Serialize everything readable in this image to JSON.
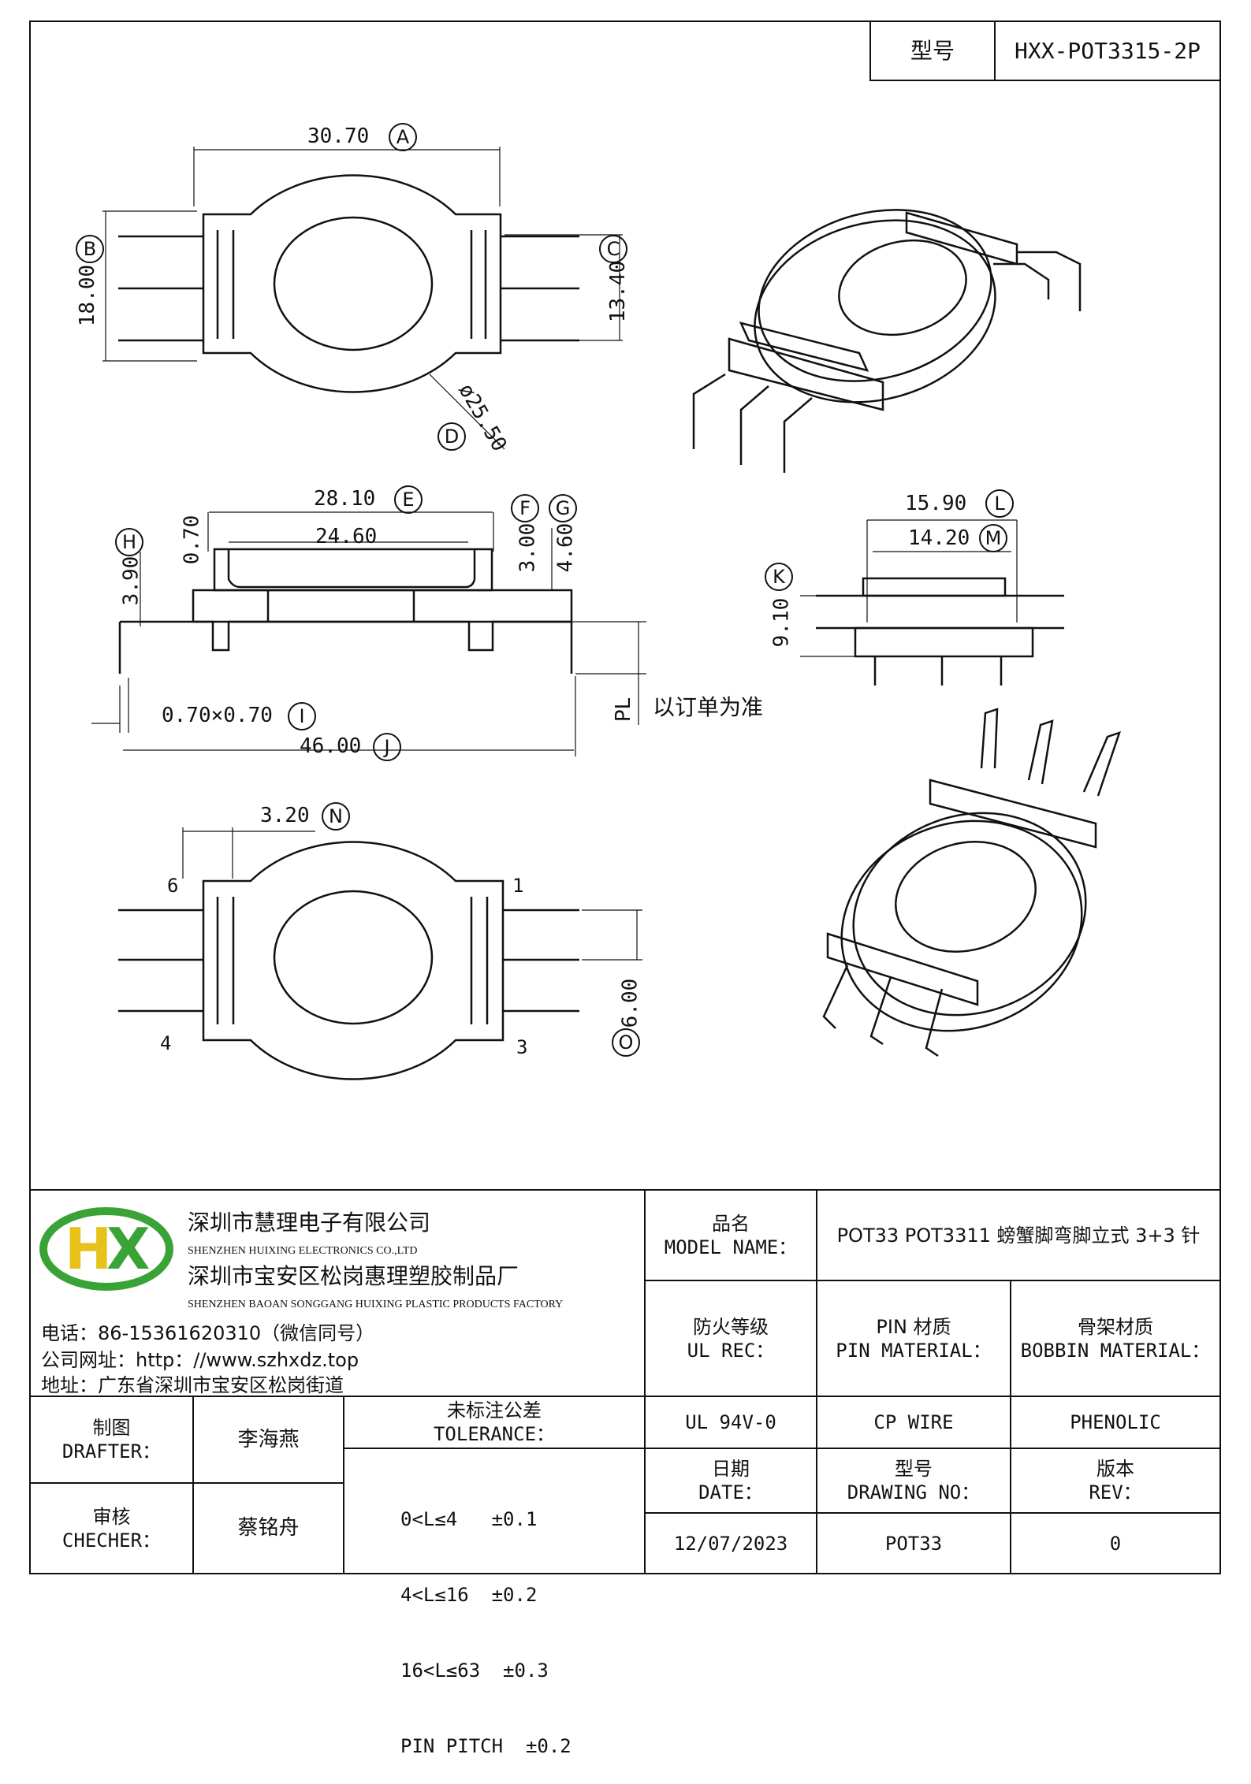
{
  "header": {
    "model_label": "型号",
    "model_value": "HXX-POT3315-2P"
  },
  "watermark": "深圳市慧理电子有限公司",
  "dims": {
    "A": "30.70",
    "A_tag": "A",
    "B": "18.00",
    "B_tag": "B",
    "C": "13.40",
    "C_tag": "C",
    "D": "ø25.50",
    "D_tag": "D",
    "E": "28.10",
    "E_tag": "E",
    "inner_24": "24.60",
    "F": "3.00",
    "F_tag": "F",
    "G": "4.60",
    "G_tag": "G",
    "H": "3.90",
    "H_tag": "H",
    "top_070": "0.70",
    "I": "0.70×0.70",
    "I_tag": "I",
    "J": "46.00",
    "J_tag": "J",
    "PL": "PL",
    "pl_note": "以订单为准",
    "K": "9.10",
    "K_tag": "K",
    "L": "15.90",
    "L_tag": "L",
    "M": "14.20",
    "M_tag": "M",
    "N": "3.20",
    "N_tag": "N",
    "O": "6.00",
    "O_tag": "O"
  },
  "pins": {
    "p1": "1",
    "p3": "3",
    "p4": "4",
    "p6": "6"
  },
  "company": {
    "logo": "HX",
    "name_cn": "深圳市慧理电子有限公司",
    "name_en": "SHENZHEN HUIXING ELECTRONICS CO.,LTD",
    "factory_cn": "深圳市宝安区松岗惠理塑胶制品厂",
    "factory_en": "SHENZHEN BAOAN SONGGANG HUIXING PLASTIC PRODUCTS FACTORY",
    "phone": "电话：86-15361620310（微信同号）",
    "website": "公司网址：http：//www.szhxdz.top",
    "address": "地址：广东省深圳市宝安区松岗街道"
  },
  "table": {
    "model_name_cn": "品名",
    "model_name_en": "MODEL NAME：",
    "model_name_value": "POT33 POT3311 螃蟹脚弯脚立式 3+3 针",
    "ul_cn": "防火等级",
    "ul_en": "UL REC：",
    "pin_mat_cn": "PIN 材质",
    "pin_mat_en": "PIN MATERIAL：",
    "bobbin_cn": "骨架材质",
    "bobbin_en": "BOBBIN MATERIAL：",
    "ul_value": "UL 94V-0",
    "pin_value": "CP WIRE",
    "bobbin_value": "PHENOLIC",
    "drafter_cn": "制图",
    "drafter_en": "DRAFTER：",
    "drafter_name": "李海燕",
    "checker_cn": "审核",
    "checker_en": "CHECHER：",
    "checker_name": "蔡铭舟",
    "tol_cn": "未标注公差",
    "tol_en": "TOLERANCE：",
    "tol_1": "0<L≤4   ±0.1",
    "tol_2": "4<L≤16  ±0.2",
    "tol_3": "16<L≤63  ±0.3",
    "tol_4": "PIN PITCH  ±0.2",
    "date_cn": "日期",
    "date_en": "DATE：",
    "date_value": "12/07/2023",
    "drawing_cn": "型号",
    "drawing_en": "DRAWING NO：",
    "drawing_value": "POT33",
    "rev_cn": "版本",
    "rev_en": "REV：",
    "rev_value": "0"
  },
  "colors": {
    "logo_green": "#3aa335",
    "logo_yellow": "#e6c21a",
    "line": "#111111"
  }
}
